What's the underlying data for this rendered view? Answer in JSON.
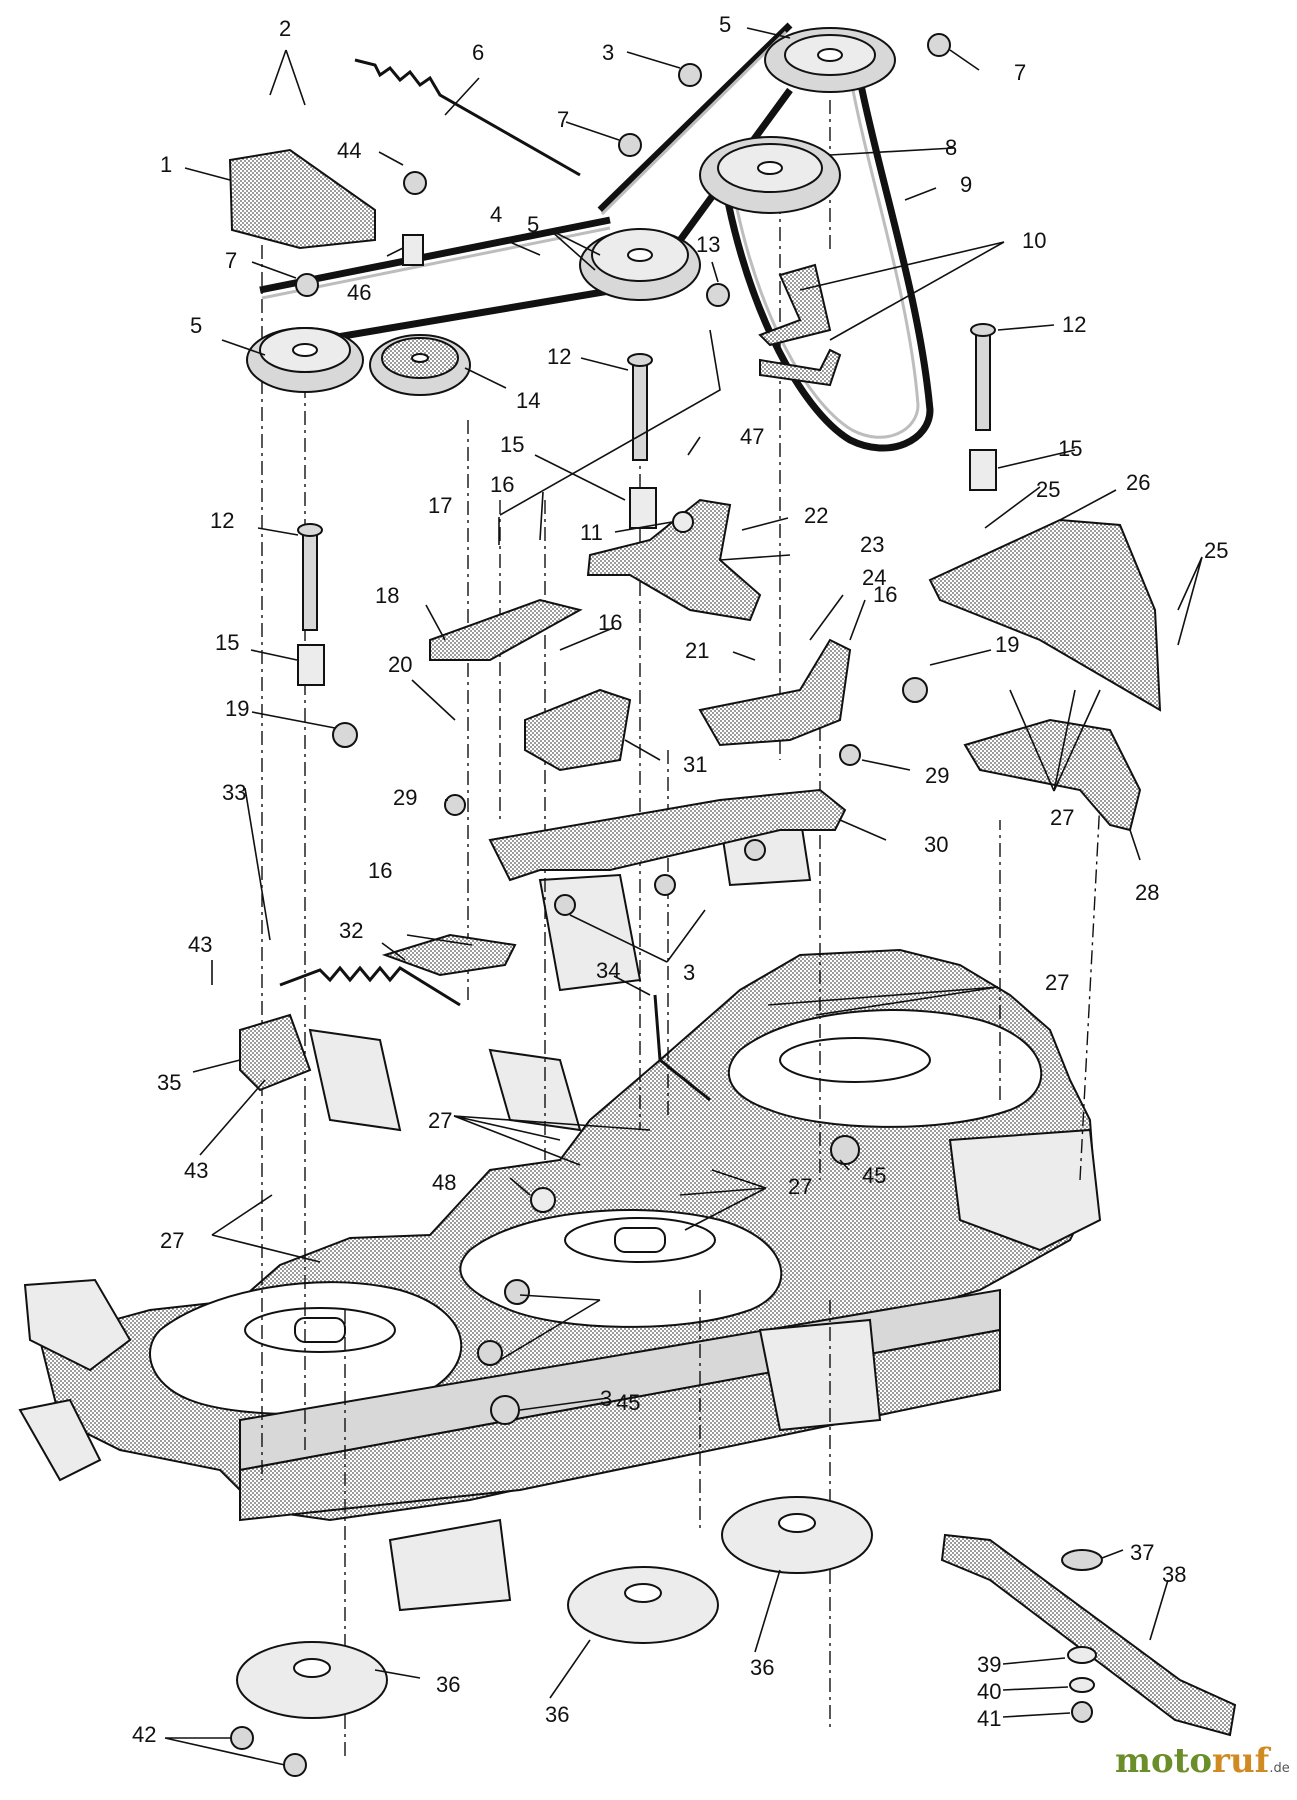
{
  "callouts": [
    {
      "id": "c1",
      "text": "1"
    },
    {
      "id": "c2",
      "text": "2"
    },
    {
      "id": "c3a",
      "text": "3"
    },
    {
      "id": "c3b",
      "text": "3"
    },
    {
      "id": "c3c",
      "text": "3"
    },
    {
      "id": "c4",
      "text": "4"
    },
    {
      "id": "c5a",
      "text": "5"
    },
    {
      "id": "c5b",
      "text": "5"
    },
    {
      "id": "c5c",
      "text": "5"
    },
    {
      "id": "c6",
      "text": "6"
    },
    {
      "id": "c7a",
      "text": "7"
    },
    {
      "id": "c7b",
      "text": "7"
    },
    {
      "id": "c7c",
      "text": "7"
    },
    {
      "id": "c8",
      "text": "8"
    },
    {
      "id": "c9",
      "text": "9"
    },
    {
      "id": "c10",
      "text": "10"
    },
    {
      "id": "c11",
      "text": "11"
    },
    {
      "id": "c12a",
      "text": "12"
    },
    {
      "id": "c12b",
      "text": "12"
    },
    {
      "id": "c12c",
      "text": "12"
    },
    {
      "id": "c13",
      "text": "13"
    },
    {
      "id": "c14",
      "text": "14"
    },
    {
      "id": "c15a",
      "text": "15"
    },
    {
      "id": "c15b",
      "text": "15"
    },
    {
      "id": "c15c",
      "text": "15"
    },
    {
      "id": "c16a",
      "text": "16"
    },
    {
      "id": "c16b",
      "text": "16"
    },
    {
      "id": "c16c",
      "text": "16"
    },
    {
      "id": "c16d",
      "text": "16"
    },
    {
      "id": "c17",
      "text": "17"
    },
    {
      "id": "c18",
      "text": "18"
    },
    {
      "id": "c19a",
      "text": "19"
    },
    {
      "id": "c19b",
      "text": "19"
    },
    {
      "id": "c20",
      "text": "20"
    },
    {
      "id": "c21",
      "text": "21"
    },
    {
      "id": "c22",
      "text": "22"
    },
    {
      "id": "c23",
      "text": "23"
    },
    {
      "id": "c24",
      "text": "24"
    },
    {
      "id": "c25a",
      "text": "25"
    },
    {
      "id": "c25b",
      "text": "25"
    },
    {
      "id": "c26",
      "text": "26"
    },
    {
      "id": "c27a",
      "text": "27"
    },
    {
      "id": "c27b",
      "text": "27"
    },
    {
      "id": "c27c",
      "text": "27"
    },
    {
      "id": "c27d",
      "text": "27"
    },
    {
      "id": "c27e",
      "text": "27"
    },
    {
      "id": "c28",
      "text": "28"
    },
    {
      "id": "c29a",
      "text": "29"
    },
    {
      "id": "c29b",
      "text": "29"
    },
    {
      "id": "c30",
      "text": "30"
    },
    {
      "id": "c31",
      "text": "31"
    },
    {
      "id": "c32",
      "text": "32"
    },
    {
      "id": "c33",
      "text": "33"
    },
    {
      "id": "c34",
      "text": "34"
    },
    {
      "id": "c35",
      "text": "35"
    },
    {
      "id": "c36a",
      "text": "36"
    },
    {
      "id": "c36b",
      "text": "36"
    },
    {
      "id": "c36c",
      "text": "36"
    },
    {
      "id": "c37",
      "text": "37"
    },
    {
      "id": "c38",
      "text": "38"
    },
    {
      "id": "c39",
      "text": "39"
    },
    {
      "id": "c40",
      "text": "40"
    },
    {
      "id": "c41",
      "text": "41"
    },
    {
      "id": "c42",
      "text": "42"
    },
    {
      "id": "c43a",
      "text": "43"
    },
    {
      "id": "c43b",
      "text": "43"
    },
    {
      "id": "c44",
      "text": "44"
    },
    {
      "id": "c45a",
      "text": "45"
    },
    {
      "id": "c45b",
      "text": "45"
    },
    {
      "id": "c46",
      "text": "46"
    },
    {
      "id": "c47",
      "text": "47"
    },
    {
      "id": "c48",
      "text": "48"
    }
  ],
  "watermark": {
    "part1": "moto",
    "part2": "ruf",
    "suffix": ".de"
  }
}
